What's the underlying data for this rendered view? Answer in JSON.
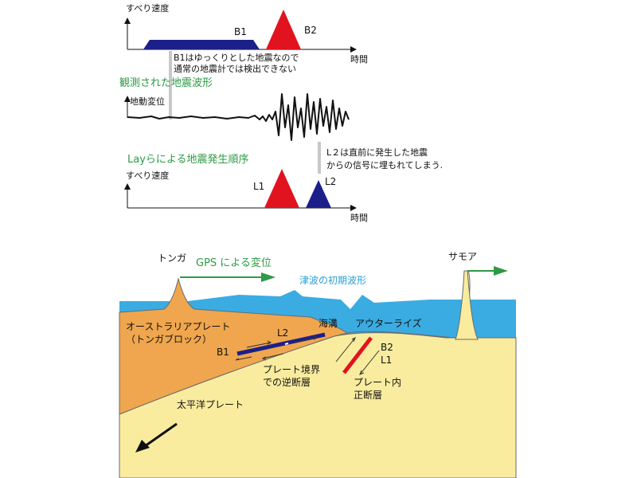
{
  "colors": {
    "blue": "#1c1f8a",
    "red": "#e1131e",
    "green": "#2e9a45",
    "ocean": "#3aace2",
    "plate_orange": "#efa64e",
    "plate_yellow": "#f9ec9f",
    "gray": "#c8c8c8"
  },
  "top": {
    "slip_rate": "すべり速度",
    "time": "時間",
    "b1": "B1",
    "b2": "B2",
    "b1_note_line1": "B1はゆっくりとした地震なので",
    "b1_note_line2": "通常の地震計では検出できない"
  },
  "mid": {
    "title": "観測された地震波形",
    "ylabel": "地動変位"
  },
  "bottom": {
    "title": "Layらによる地震発生順序",
    "slip_rate": "すべり速度",
    "time": "時間",
    "l1": "L1",
    "l2": "L2",
    "note_line1": "L２は直前に発生した地震",
    "note_line2": "からの信号に埋もれてしまう."
  },
  "cross": {
    "tonga": "トンガ",
    "samoa": "サモア",
    "gps": "GPS による変位",
    "tsunami": "津波の初期波形",
    "trench": "海溝",
    "outer_rise": "アウターライズ",
    "australia_line1": "オーストラリアプレート",
    "australia_line2": "（トンガブロック）",
    "pacific": "太平洋プレート",
    "b1": "B1",
    "l2": "L2",
    "b2": "B2",
    "l1": "L1",
    "interplate_line1": "プレート境界",
    "interplate_line2": "での逆断層",
    "intraplate_line1": "プレート内",
    "intraplate_line2": "正断層"
  }
}
